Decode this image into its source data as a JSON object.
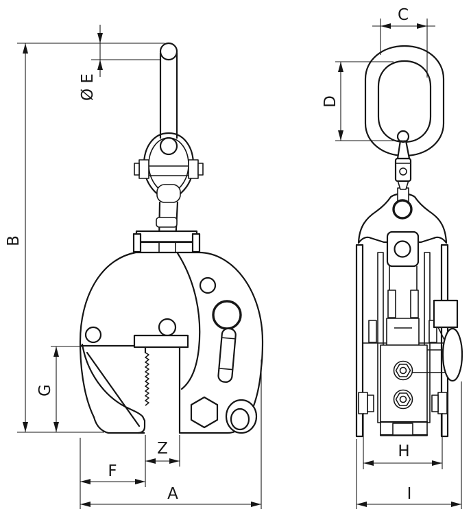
{
  "drawing": {
    "kind": "technical-dimension-drawing",
    "subject": "vertical plate lifting clamp, front and side views"
  },
  "colors": {
    "line": "#161616",
    "background": "#ffffff"
  },
  "dims": {
    "a": "A",
    "b": "B",
    "c": "C",
    "d": "D",
    "e": "Ø E",
    "f": "F",
    "g": "G",
    "h": "H",
    "i": "I",
    "z": "Z"
  }
}
